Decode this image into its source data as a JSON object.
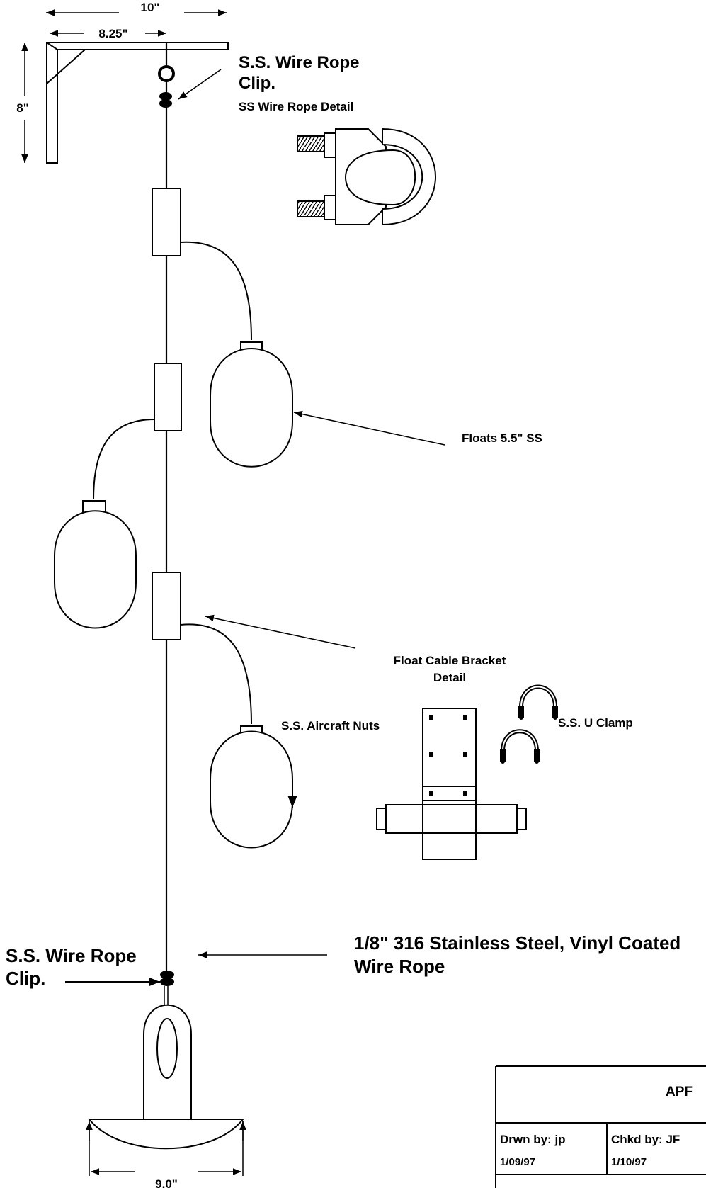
{
  "dimensions": {
    "top_width": "10\"",
    "arm_length": "8.25\"",
    "bracket_height": "8\"",
    "anchor_width": "9.0\""
  },
  "callouts": {
    "top_clip_line1": "S.S. Wire Rope",
    "top_clip_line2": "Clip.",
    "wire_rope_detail": "SS Wire Rope Detail",
    "floats": "Floats 5.5\" SS",
    "bracket_detail_line1": "Float Cable Bracket",
    "bracket_detail_line2": "Detail",
    "aircraft_nuts": "S.S. Aircraft Nuts",
    "u_clamp": "S.S. U Clamp",
    "bottom_clip_line1": "S.S. Wire Rope",
    "bottom_clip_line2": "Clip.",
    "rope_line1": "1/8\" 316 Stainless Steel, Vinyl Coated",
    "rope_line2": "Wire Rope"
  },
  "title_block": {
    "title": "APF",
    "drawn_by": "Drwn by:  jp",
    "drawn_date": "1/09/97",
    "checked_by": "Chkd by:  JF",
    "checked_date": "1/10/97"
  }
}
